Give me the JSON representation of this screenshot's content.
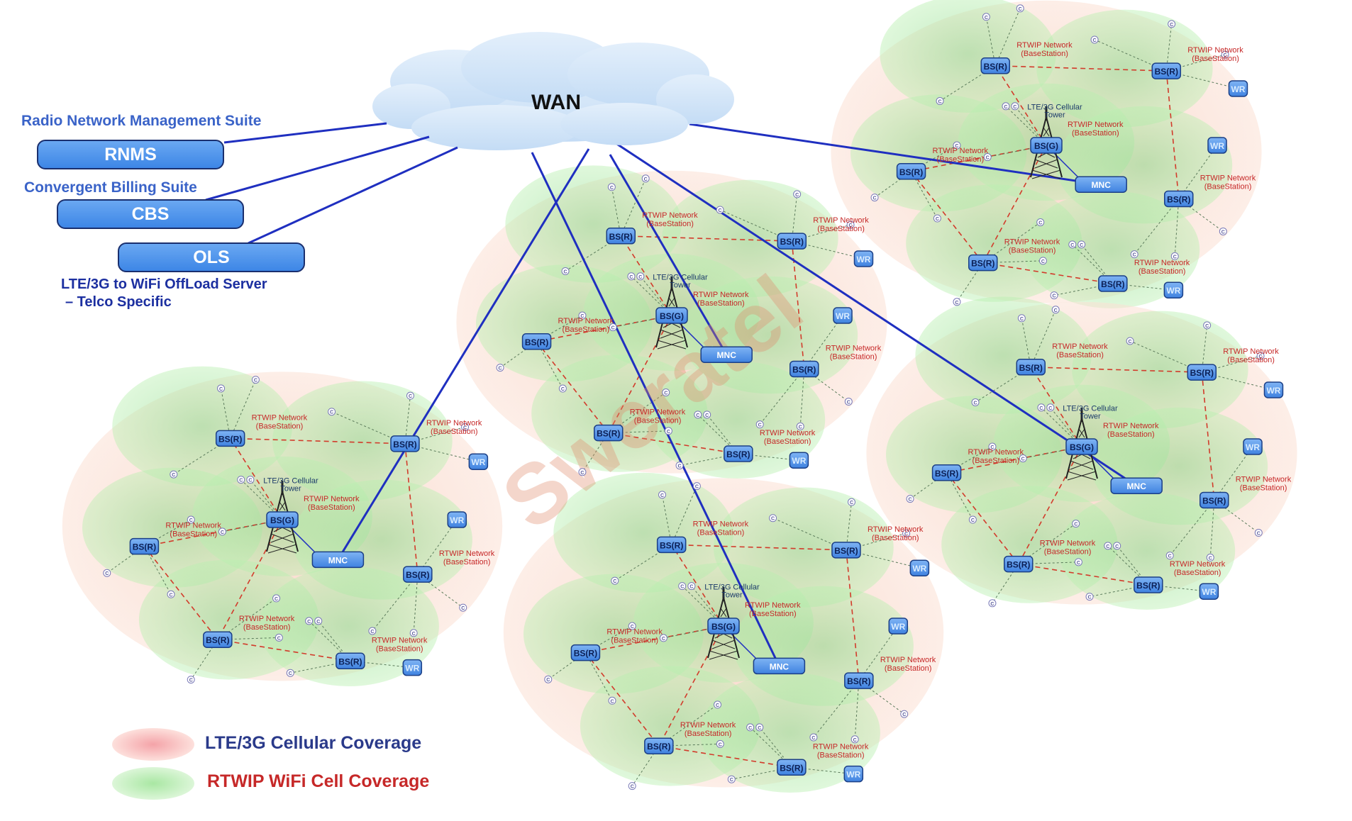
{
  "wan": {
    "label": "WAN"
  },
  "suites": {
    "rnms": {
      "caption": "Radio Network Management Suite",
      "box": "RNMS"
    },
    "cbs": {
      "caption": "Convergent Billing Suite",
      "box": "CBS"
    },
    "ols": {
      "box": "OLS",
      "note_line1": "LTE/3G to WiFi OffLoad Server",
      "note_line2": "– Telco Specific"
    }
  },
  "cluster_labels": {
    "bs_g": "BS(G)",
    "bs_r": "BS(R)",
    "mnc": "MNC",
    "wr": "WR",
    "client": "C",
    "tower_line1": "LTE/3G Cellular",
    "tower_line2": "Tower",
    "rtwip_line1": "RTWIP Network",
    "rtwip_line2": "(BaseStation)"
  },
  "watermark": "Sweratel",
  "legend": {
    "cellular": {
      "label": "LTE/3G Cellular Coverage",
      "color": "#2a3a8a"
    },
    "wifi": {
      "label": "RTWIP WiFi Cell Coverage",
      "color": "#c62828"
    }
  },
  "colors": {
    "cellular_coverage": "#f7c9b8",
    "wifi_coverage": "#9fe39b",
    "wan_link": "#1f2fc0",
    "mesh_link": "#d23b2b",
    "client_link": "#5a7a5a",
    "node_fill": "#4a8fe6"
  }
}
